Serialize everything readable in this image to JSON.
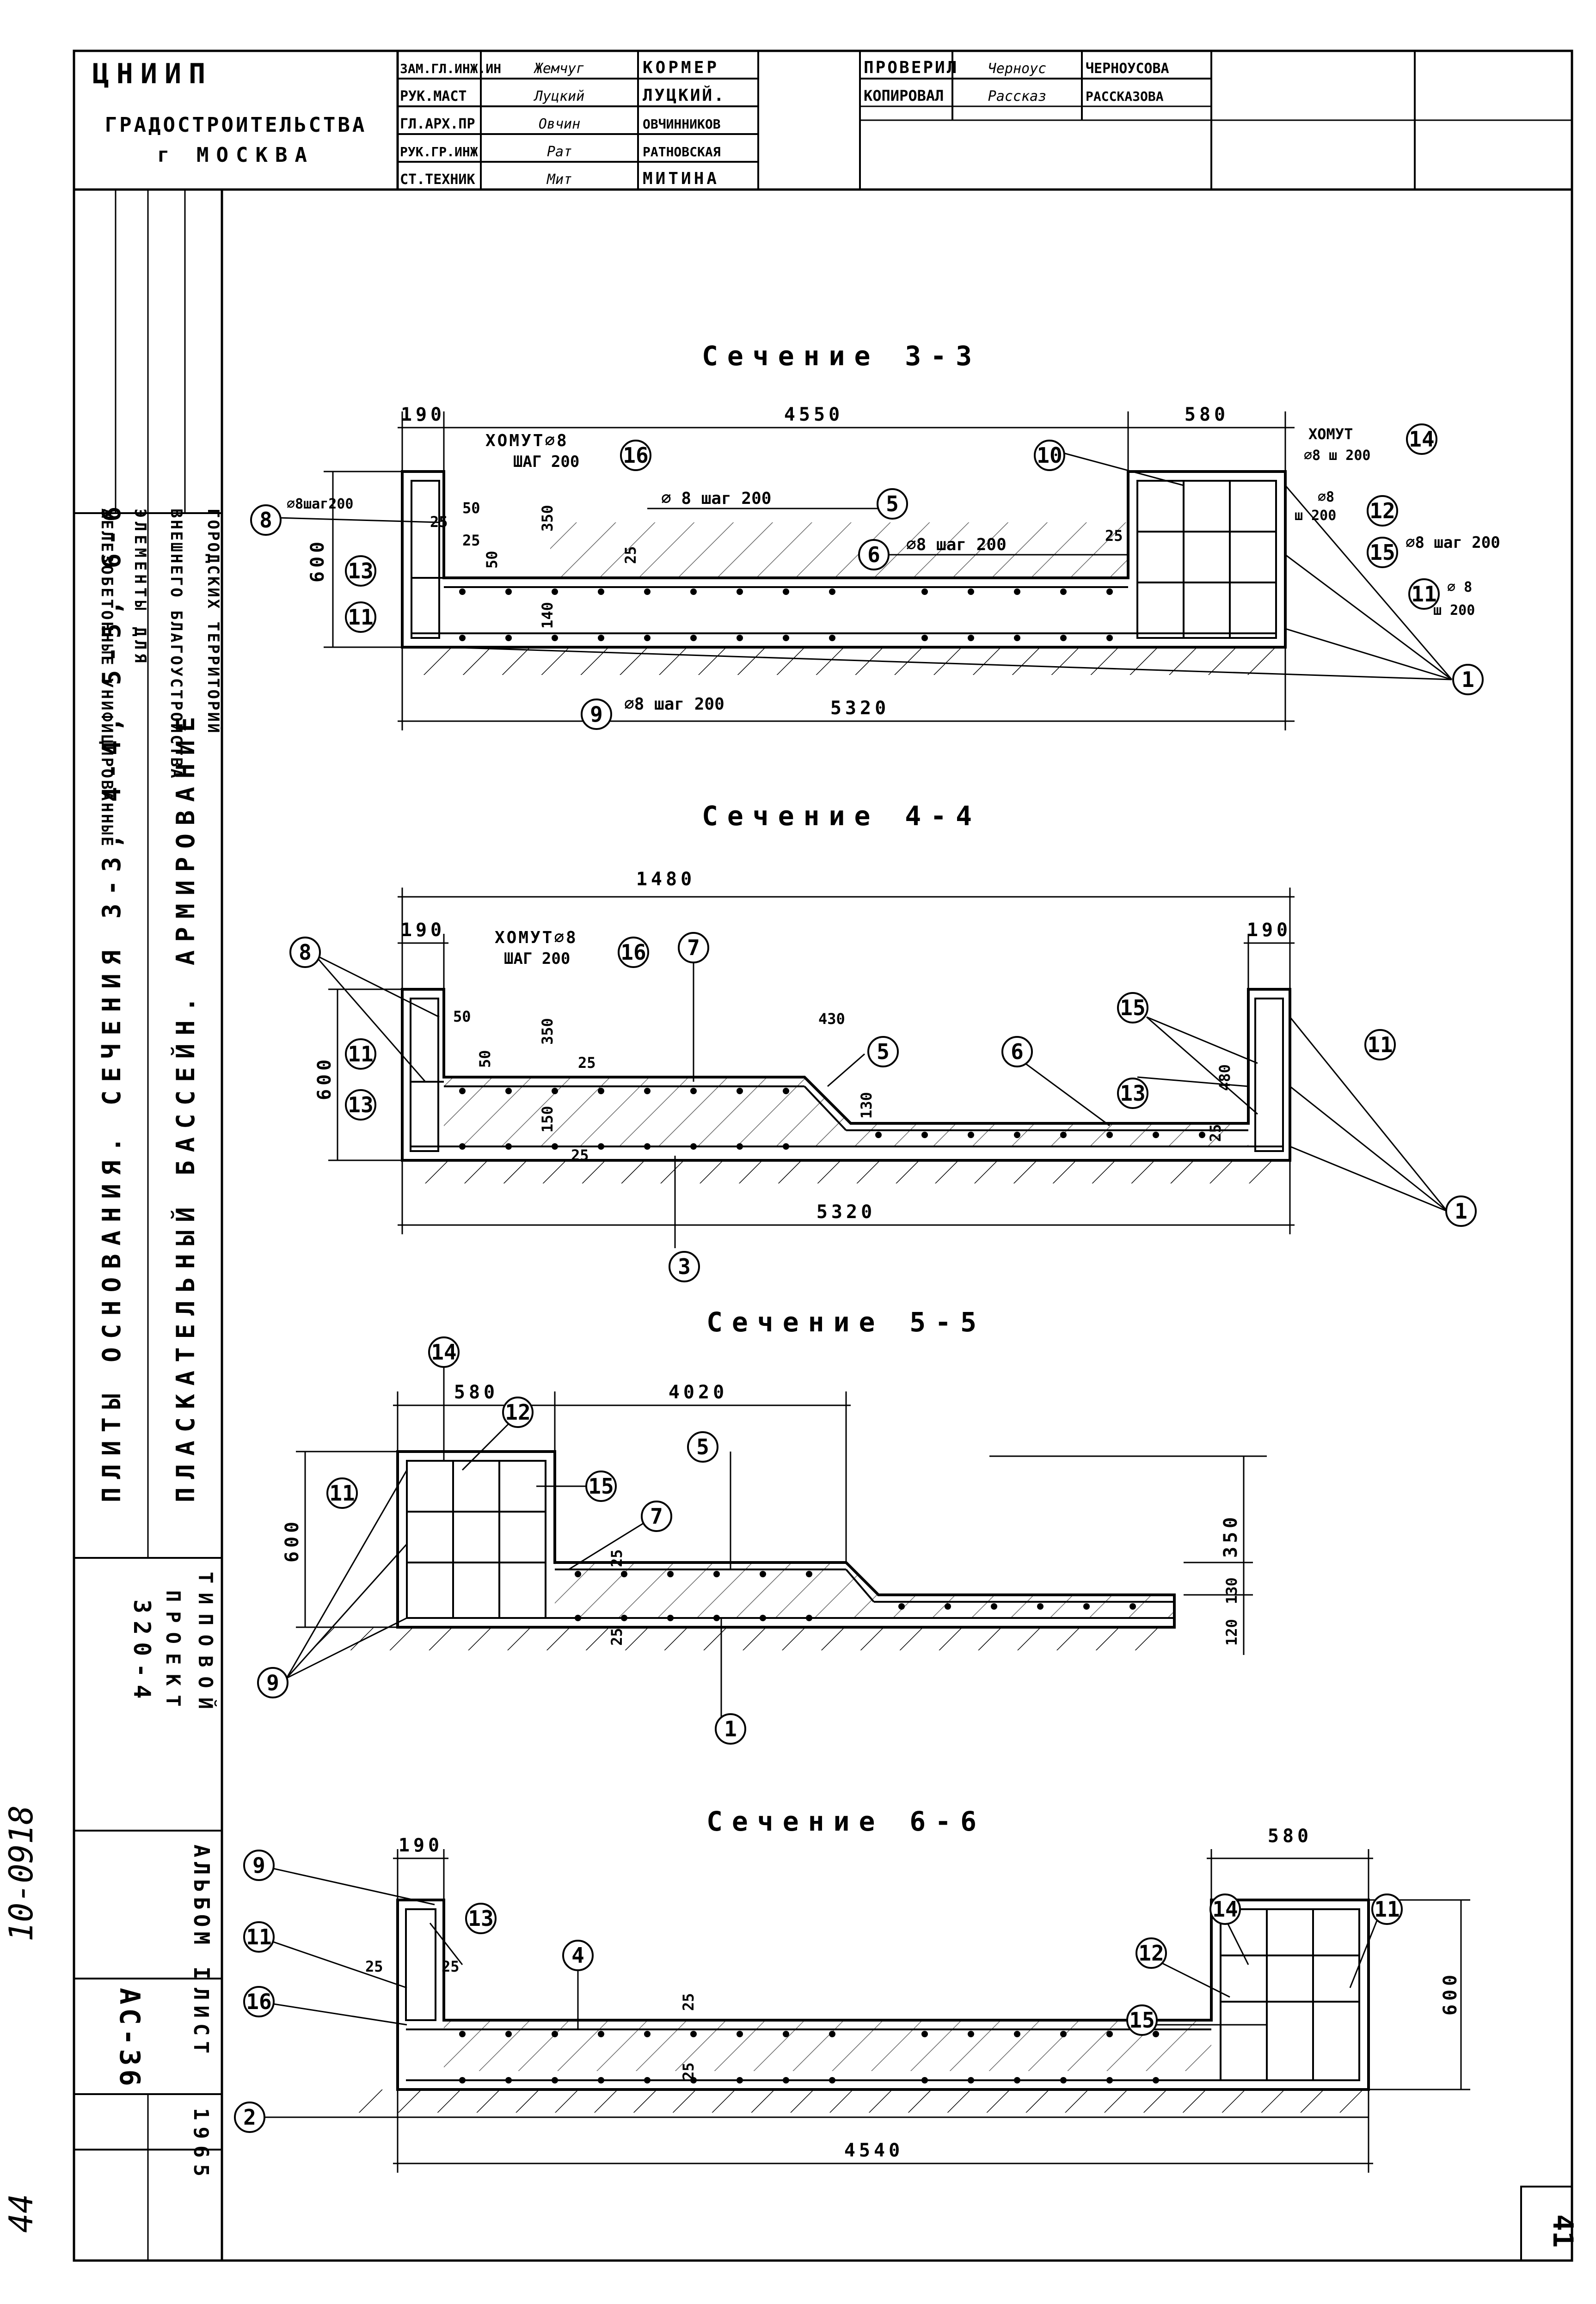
{
  "title_block": {
    "org_line1": "ЦНИИП",
    "org_line2": "ГРАДОСТРОИТЕЛЬСТВА",
    "org_line3": "г МОСКВА",
    "rows": [
      {
        "role": "ЗАМ.ГЛ.ИНЖ.ИН",
        "sign": "Жемчуг",
        "name": "КОРМЕР"
      },
      {
        "role": "РУК.МАСТ",
        "sign": "Луцкий",
        "name": "ЛУЦКИЙ."
      },
      {
        "role": "ГЛ.АРХ.ПР",
        "sign": "Овчин",
        "name": "ОВЧИННИКОВ"
      },
      {
        "role": "РУК.ГР.ИНЖ",
        "sign": "Рат",
        "name": "РАТНОВСКАЯ"
      },
      {
        "role": "СТ.ТЕХНИК",
        "sign": "Мит",
        "name": "МИТИНА"
      }
    ],
    "check_rows": [
      {
        "role": "ПРОВЕРИЛ",
        "sign": "Черноус",
        "name": "ЧЕРНОУСОВА"
      },
      {
        "role": "КОПИРОВАЛ",
        "sign": "Рассказ",
        "name": "РАССКАЗОВА"
      }
    ]
  },
  "side_stamp": {
    "col1": "ЖЕЛЕЗОБЕТОННЫЕ УНИФИЦИРОВАННЫЕ",
    "col2": "ЭЛЕМЕНТЫ ДЛЯ",
    "col3": "ВНЕШНЕГО БЛАГОУСТРОЙСТВА",
    "col4": "ГОРОДСКИХ ТЕРРИТОРИЙ",
    "sheet_title_a": "ПЛИТЫ ОСНОВАНИЯ. СЕЧЕНИЯ 3-3, 4-4, 5-5, 6-6",
    "sheet_title_b": "ПЛАСКАТЕЛЬНЫЙ БАССЕЙН. АРМИРОВАНИЕ",
    "project_a": "ТИПОВОЙ",
    "project_b": "ПРОЕКТ",
    "project_c": "320-4",
    "album": "АЛЬБОМ I",
    "sheet_label": "ЛИСТ",
    "sheet_no": "АС-36",
    "year": "1965",
    "archive_no": "10-0918",
    "hand_no": "44",
    "page_no": "41"
  },
  "sections": {
    "s33": {
      "title": "Сечение 3-3",
      "dims": {
        "left": "190",
        "mid": "4550",
        "right": "580",
        "height": "600",
        "total": "5320",
        "d50a": "50",
        "d50b": "50",
        "d350": "350",
        "d25a": "25",
        "d25b": "25",
        "d25c": "25",
        "d25d": "25",
        "d140": "140"
      },
      "notes": {
        "stirrup": "ХОМУТ⌀8",
        "step": "ШАГ 200",
        "n8": "⌀8шаг200",
        "n5": "⌀ 8 шаг 200",
        "n6": "⌀8 шаг 200",
        "n9": "⌀8 шаг 200",
        "r_stirrup": "ХОМУТ",
        "r_stirrup2": "⌀8 ш 200",
        "r12a": "⌀8",
        "r12b": "ш 200",
        "r15": "⌀8 шаг 200",
        "r11a": "⌀ 8",
        "r11b": "ш 200"
      },
      "marks": [
        "8",
        "13",
        "11",
        "16",
        "5",
        "6",
        "10",
        "14",
        "12",
        "15",
        "11",
        "1",
        "9"
      ]
    },
    "s44": {
      "title": "Сечение 4-4",
      "dims": {
        "top": "1480",
        "left": "190",
        "right": "190",
        "height": "600",
        "total": "5320",
        "d50": "50",
        "d50b": "50",
        "d350": "350",
        "d150": "150",
        "d25a": "25",
        "d25b": "25",
        "d430": "430",
        "d130": "130",
        "d480": "480",
        "d25c": "25"
      },
      "notes": {
        "stirrup": "ХОМУТ⌀8",
        "step": "ШАГ 200"
      },
      "marks": [
        "8",
        "11",
        "13",
        "16",
        "7",
        "5",
        "6",
        "15",
        "11",
        "13",
        "1",
        "3"
      ]
    },
    "s55": {
      "title": "Сечение 5-5",
      "dims": {
        "left": "580",
        "mid": "4020",
        "height": "600",
        "right": "350",
        "d120": "120",
        "d130": "130",
        "d25a": "25",
        "d25b": "25"
      },
      "marks": [
        "14",
        "12",
        "11",
        "15",
        "7",
        "5",
        "9",
        "1"
      ]
    },
    "s66": {
      "title": "Сечение 6-6",
      "dims": {
        "left": "190",
        "right": "580",
        "height": "600",
        "total": "4540",
        "d25a": "25",
        "d25b": "25",
        "d25c": "25",
        "d25d": "25"
      },
      "marks": [
        "9",
        "13",
        "11",
        "16",
        "4",
        "12",
        "14",
        "11",
        "15",
        "2"
      ]
    }
  }
}
